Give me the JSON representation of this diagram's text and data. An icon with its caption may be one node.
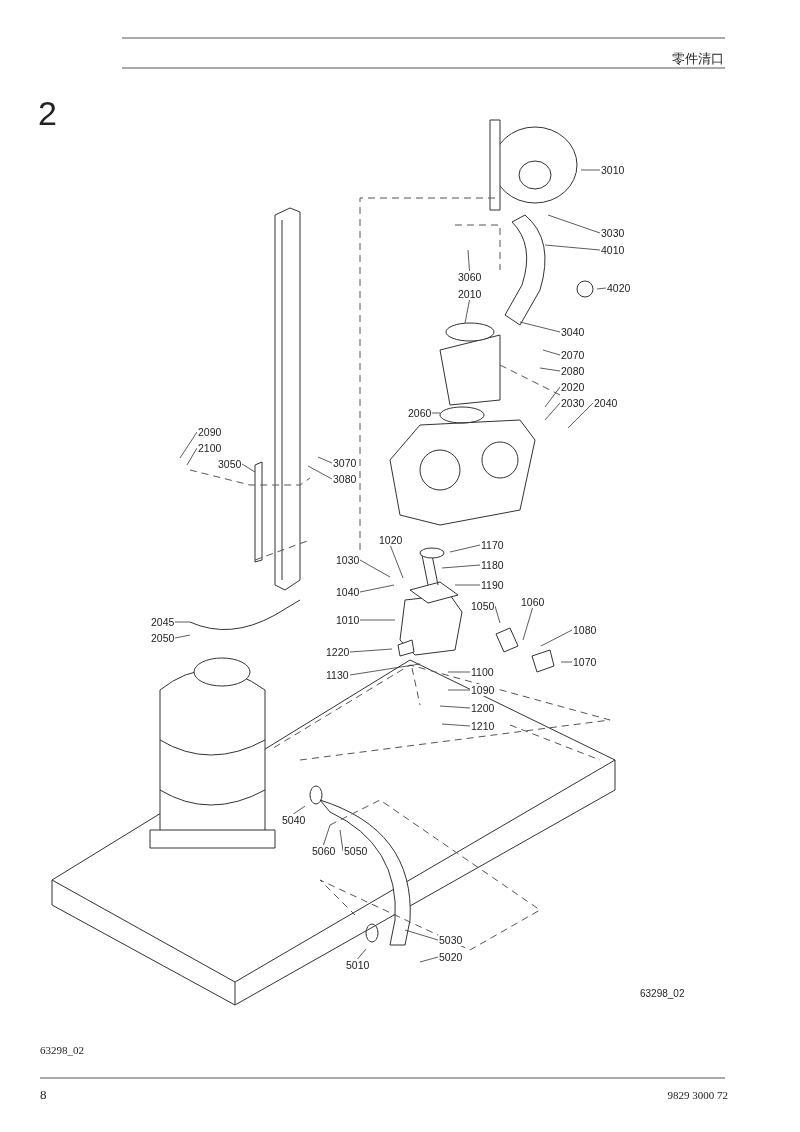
{
  "diagram": {
    "title": "零件清口",
    "nodes": [
      {
        "text": [
          "3010"
        ]
      },
      {
        "text": [
          "3030"
        ]
      },
      {
        "text": [
          "4010"
        ]
      },
      {
        "text": [
          "3060"
        ]
      },
      {
        "text": [
          "4020"
        ]
      },
      {
        "text": [
          "2010"
        ]
      },
      {
        "text": [
          "3040"
        ]
      },
      {
        "text": [
          "2070"
        ]
      },
      {
        "text": [
          "2080"
        ]
      },
      {
        "text": [
          "2020"
        ]
      },
      {
        "text": [
          "2030"
        ]
      },
      {
        "text": [
          "2040"
        ]
      },
      {
        "text": [
          "2060"
        ]
      },
      {
        "text": [
          "2090"
        ]
      },
      {
        "text": [
          "2100"
        ]
      },
      {
        "text": [
          "3050"
        ]
      },
      {
        "text": [
          "3070"
        ]
      },
      {
        "text": [
          "3080"
        ]
      },
      {
        "text": [
          "1170"
        ]
      },
      {
        "text": [
          "1020"
        ]
      },
      {
        "text": [
          "1030"
        ]
      },
      {
        "text": [
          "1180"
        ]
      },
      {
        "text": [
          "1040"
        ]
      },
      {
        "text": [
          "1190"
        ]
      },
      {
        "text": [
          "1050"
        ]
      },
      {
        "text": [
          "1060"
        ]
      },
      {
        "text": [
          "1010"
        ]
      },
      {
        "text": [
          "1080"
        ]
      },
      {
        "text": [
          "2045"
        ]
      },
      {
        "text": [
          "2050"
        ]
      },
      {
        "text": [
          "1100"
        ]
      },
      {
        "text": [
          "1220"
        ]
      },
      {
        "text": [
          "1070"
        ]
      },
      {
        "text": [
          "1090"
        ]
      },
      {
        "text": [
          "1130"
        ]
      },
      {
        "text": [
          "1200"
        ]
      },
      {
        "text": [
          "1210"
        ]
      },
      {
        "text": [
          "5040"
        ]
      },
      {
        "text": [
          "5060"
        ]
      },
      {
        "text": [
          "5050"
        ]
      },
      {
        "text": [
          "5030"
        ]
      },
      {
        "text": [
          "5010"
        ]
      },
      {
        "text": [
          "5020"
        ]
      }
    ],
    "edges": [
      {
        "from": 0,
        "to": null,
        "arrow": "none"
      },
      {
        "from": 1,
        "to": null,
        "arrow": "none"
      },
      {
        "from": 2,
        "to": null,
        "arrow": "none"
      },
      {
        "from": 3,
        "to": null,
        "arrow": "none"
      },
      {
        "from": 4,
        "to": null,
        "arrow": "none"
      },
      {
        "from": 5,
        "to": null,
        "arrow": "none"
      },
      {
        "from": 6,
        "to": null,
        "arrow": "none"
      },
      {
        "from": 7,
        "to": null,
        "arrow": "none"
      },
      {
        "from": 8,
        "to": null,
        "arrow": "none"
      },
      {
        "from": 9,
        "to": null,
        "arrow": "none"
      },
      {
        "from": 10,
        "to": null,
        "arrow": "none"
      },
      {
        "from": 11,
        "to": null,
        "arrow": "none"
      },
      {
        "from": 12,
        "to": null,
        "arrow": "none"
      },
      {
        "from": 13,
        "to": null,
        "arrow": "none"
      },
      {
        "from": 14,
        "to": null,
        "arrow": "none"
      },
      {
        "from": 15,
        "to": null,
        "arrow": "none"
      },
      {
        "from": 16,
        "to": null,
        "arrow": "none"
      },
      {
        "from": 17,
        "to": null,
        "arrow": "none"
      },
      {
        "from": 18,
        "to": null,
        "arrow": "none"
      },
      {
        "from": 19,
        "to": null,
        "arrow": "none"
      },
      {
        "from": 20,
        "to": null,
        "arrow": "none"
      },
      {
        "from": 21,
        "to": null,
        "arrow": "none"
      },
      {
        "from": 22,
        "to": null,
        "arrow": "none"
      },
      {
        "from": 23,
        "to": null,
        "arrow": "none"
      },
      {
        "from": 24,
        "to": null,
        "arrow": "none"
      },
      {
        "from": 25,
        "to": null,
        "arrow": "none"
      },
      {
        "from": 26,
        "to": null,
        "arrow": "none"
      },
      {
        "from": 27,
        "to": null,
        "arrow": "none"
      },
      {
        "from": 28,
        "to": null,
        "arrow": "none"
      },
      {
        "from": 29,
        "to": null,
        "arrow": "none"
      },
      {
        "from": 30,
        "to": null,
        "arrow": "none"
      },
      {
        "from": 31,
        "to": null,
        "arrow": "none"
      },
      {
        "from": 32,
        "to": null,
        "arrow": "none"
      },
      {
        "from": 33,
        "to": null,
        "arrow": "none"
      },
      {
        "from": 34,
        "to": null,
        "arrow": "none"
      },
      {
        "from": 35,
        "to": null,
        "arrow": "none"
      },
      {
        "from": 36,
        "to": null,
        "arrow": "none"
      },
      {
        "from": 37,
        "to": null,
        "arrow": "none"
      },
      {
        "from": 38,
        "to": null,
        "arrow": "none"
      },
      {
        "from": 39,
        "to": null,
        "arrow": "none"
      },
      {
        "from": 40,
        "to": null,
        "arrow": "none"
      },
      {
        "from": 41,
        "to": null,
        "arrow": "none"
      },
      {
        "from": 42,
        "to": null,
        "arrow": "none"
      }
    ],
    "labels": [
      "2",
      "63298_02",
      "63298_02",
      "8",
      "9829 3000 72"
    ]
  }
}
